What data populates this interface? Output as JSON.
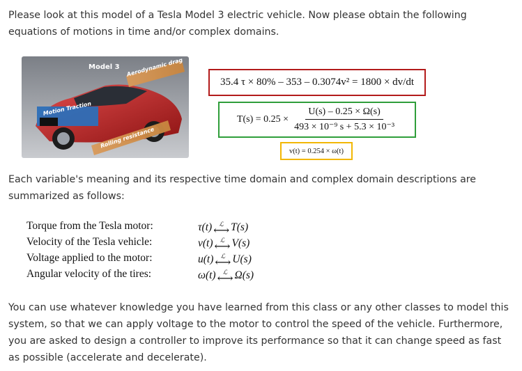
{
  "intro": "Please look at this model of a Tesla Model 3 electric vehicle. Now please obtain the following equations of motions in time and/or complex domains.",
  "figure": {
    "model_label": "Model 3",
    "labels": {
      "aero": "Aerodynamic drag",
      "traction": "Motion Traction",
      "rolling": "Rolling resistance"
    }
  },
  "equations": {
    "eq1": "35.4 τ × 80% – 353 – 0.3074v² = 1800 × dv/dt",
    "eq2_lhs": "T(s) = 0.25 ×",
    "eq2_num": "U(s) – 0.25 × Ω(s)",
    "eq2_den": "493 × 10⁻⁹ s + 5.3 × 10⁻³",
    "eq3": "v(t) = 0.254 × ω(t)"
  },
  "summary_intro": "Each variable's meaning and its respective time domain and complex domain descriptions are summarized as follows:",
  "variables": [
    {
      "label": "Torque from the Tesla motor:",
      "time": "τ(t)",
      "freq": "T(s)",
      "transform": "ℒ"
    },
    {
      "label": "Velocity of the Tesla vehicle:",
      "time": "v(t)",
      "freq": "V(s)",
      "transform": "ℒ"
    },
    {
      "label": "Voltage applied to the motor:",
      "time": "u(t)",
      "freq": "U(s)",
      "transform": "ℒ"
    },
    {
      "label": "Angular velocity of the tires:",
      "time": "ω(t)",
      "freq": "Ω(s)",
      "transform": "ℒ"
    }
  ],
  "closing": "You can use whatever knowledge you have learned from this class or any other classes to model this system, so that we can apply voltage to the motor to control the speed of the vehicle. Furthermore, you are asked to design a controller to improve its performance so that it can change speed as fast as possible (accelerate and decelerate).",
  "colors": {
    "red_box": "#b31b1b",
    "green_box": "#2f9e3a",
    "yellow_box": "#f2b705"
  }
}
